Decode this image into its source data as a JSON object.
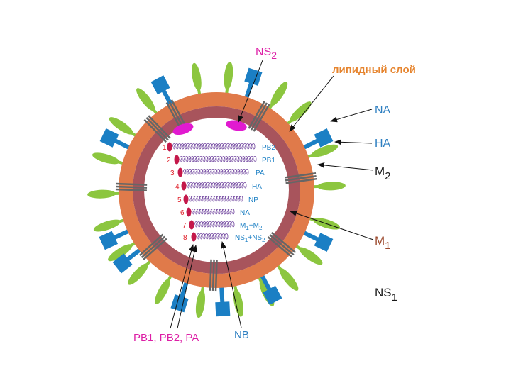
{
  "labels": {
    "ns2": {
      "main": "NS",
      "sub": "2"
    },
    "lipid_layer": "липидный слой",
    "na": "NA",
    "ha": "HA",
    "m2": {
      "main": "M",
      "sub": "2"
    },
    "m1": {
      "main": "M",
      "sub": "1"
    },
    "ns1": {
      "main": "NS",
      "sub": "1"
    },
    "pb_group": "PB1, PB2, PA",
    "nb": "NB"
  },
  "segments": [
    {
      "num": "1",
      "name": "PB2"
    },
    {
      "num": "2",
      "name": "PB1"
    },
    {
      "num": "3",
      "name": "PA"
    },
    {
      "num": "4",
      "name": "HA"
    },
    {
      "num": "5",
      "name": "NP"
    },
    {
      "num": "6",
      "name": "NA"
    },
    {
      "num": "7",
      "name": "M1+M2",
      "parts": [
        "M",
        "1",
        "+M",
        "2"
      ]
    },
    {
      "num": "8",
      "name": "NS1+NS2",
      "parts": [
        "NS",
        "1",
        "+NS",
        "2"
      ]
    }
  ],
  "colors": {
    "pink": "#dd1fa6",
    "orange": "#e6852f",
    "blue": "#2e7fc1",
    "black": "#1a1a1a",
    "brown": "#9c4a2e",
    "envelope_outer": "#e07a4a",
    "envelope_inner": "#a8545c",
    "ha_spike": "#8cc63f",
    "na_spike": "#1b7fc4",
    "ion_channel": "#666666",
    "rnp": "#c4184a",
    "rna_coil": "#6a3d9a",
    "segment_number": "#e0202a",
    "ns2_blob": "#e11ad0"
  }
}
